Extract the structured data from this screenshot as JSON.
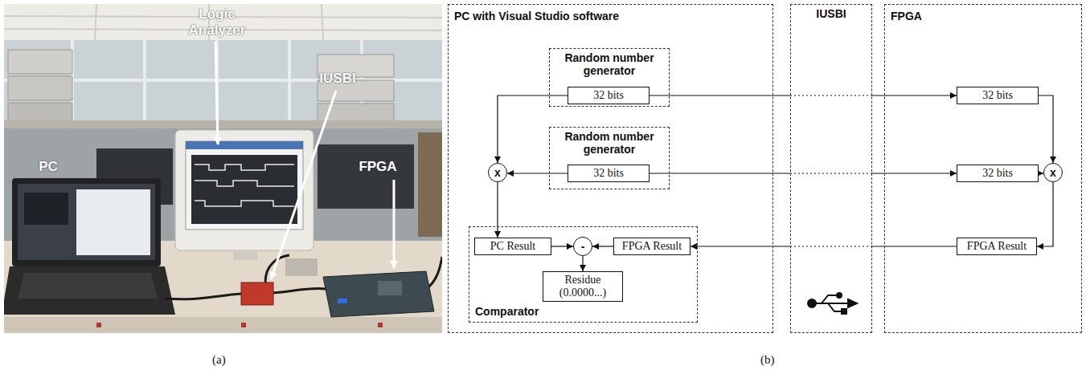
{
  "diagram": {
    "nodes": [
      {
        "text": [
          "PC with Visual Studio software"
        ]
      },
      {
        "text": [
          "Random number generator"
        ],
        "in": 0
      },
      {
        "text": [
          "32 bits"
        ],
        "in": 1
      },
      {
        "text": [
          "Random number generator"
        ],
        "in": 0
      },
      {
        "text": [
          "32 bits"
        ],
        "in": 3
      },
      {
        "text": [
          "x"
        ],
        "in": 0
      },
      {
        "text": [
          "Comparator"
        ],
        "in": 0
      },
      {
        "text": [
          "PC Result"
        ],
        "in": 6
      },
      {
        "text": [
          "-"
        ],
        "in": 6
      },
      {
        "text": [
          "FPGA Result"
        ],
        "in": 6
      },
      {
        "text": [
          "Residue (0.0000...)"
        ],
        "in": 6
      },
      {
        "text": [
          "IUSBI"
        ]
      },
      {
        "text": [
          "FPGA"
        ]
      },
      {
        "text": [
          "32 bits"
        ],
        "in": 12
      },
      {
        "text": [
          "32 bits"
        ],
        "in": 12
      },
      {
        "text": [
          "x"
        ],
        "in": 12
      },
      {
        "text": [
          "FPGA Result"
        ],
        "in": 12
      }
    ],
    "edges": [
      {
        "from": 2,
        "to": 5,
        "arrow": "to"
      },
      {
        "from": 2,
        "to": 13,
        "arrow": "to"
      },
      {
        "from": 4,
        "to": 5,
        "arrow": "to"
      },
      {
        "from": 4,
        "to": 14,
        "arrow": "to"
      },
      {
        "from": 13,
        "to": 15,
        "arrow": "to"
      },
      {
        "from": 14,
        "to": 15,
        "arrow": "to"
      },
      {
        "from": 15,
        "to": 16,
        "arrow": "to"
      },
      {
        "from": 16,
        "to": 9,
        "arrow": "to"
      },
      {
        "from": 5,
        "to": 7,
        "arrow": "to"
      },
      {
        "from": 7,
        "to": 8,
        "arrow": "to"
      },
      {
        "from": 9,
        "to": 8,
        "arrow": "to"
      },
      {
        "from": 8,
        "to": 10,
        "arrow": "to"
      }
    ],
    "labels": [
      "Logic Analyzer",
      "IUSBI",
      "PC",
      "FPGA",
      "(a)",
      "(b)"
    ]
  }
}
